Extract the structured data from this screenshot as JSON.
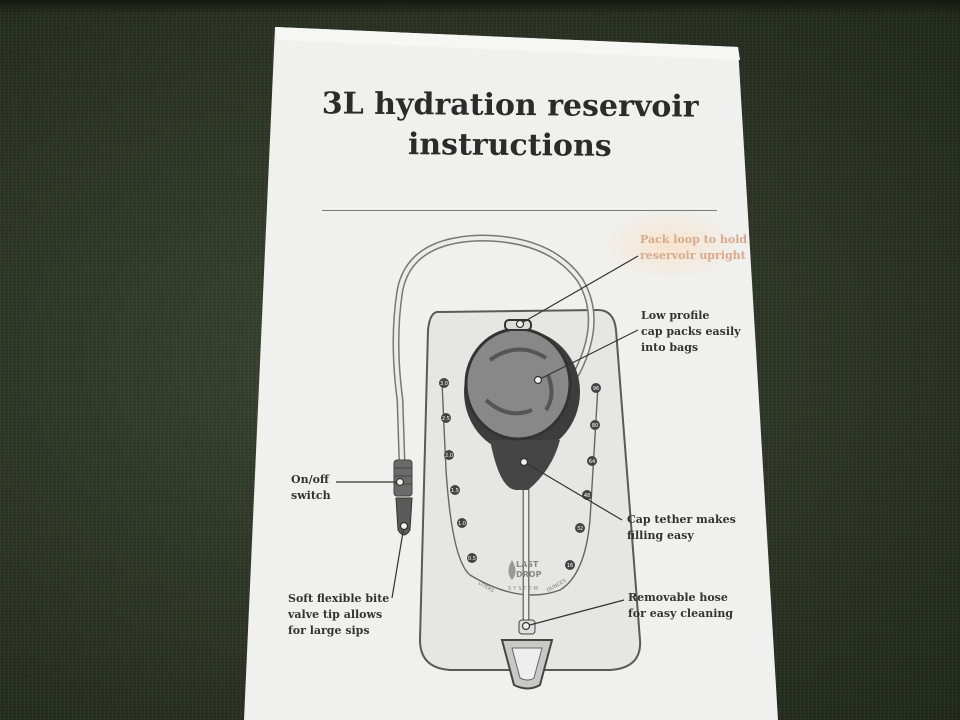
{
  "title": {
    "line1": "3L hydration reservoir",
    "line2": "instructions"
  },
  "callouts": {
    "pack_loop": "Pack loop to hold\nreservoir upright",
    "low_profile_cap": "Low profile\ncap packs easily\ninto bags",
    "on_off_switch": "On/off\nswitch",
    "cap_tether": "Cap tether makes\nfilling easy",
    "bite_valve": "Soft flexible bite\nvalve tip allows\nfor large sips",
    "removable_hose": "Removable hose\nfor easy cleaning"
  },
  "reservoir": {
    "left_scale": [
      "3.0",
      "2.5",
      "2.0",
      "1.5",
      "1.0",
      "0.5"
    ],
    "right_scale": [
      "96",
      "80",
      "64",
      "48",
      "32",
      "16"
    ],
    "left_unit": "LITERS",
    "right_unit": "OUNCES",
    "brand_line1": "LAST",
    "brand_line2": "DROP",
    "brand_line3": "SYSTEM"
  },
  "colors": {
    "paper": "#f1f1ef",
    "ink": "#333333",
    "fabric": "#2e3626",
    "cap_dark": "#4a4a4a"
  }
}
